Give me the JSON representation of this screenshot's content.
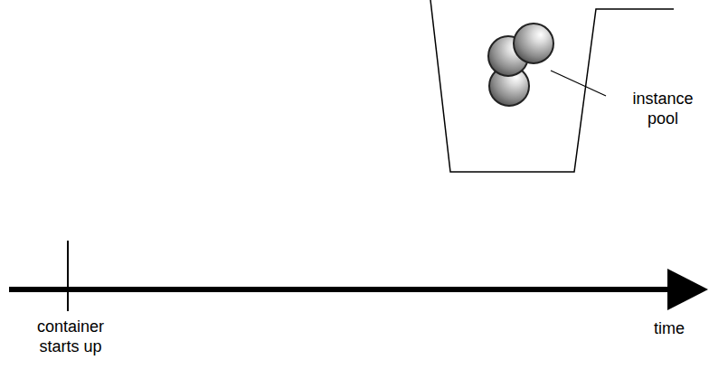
{
  "diagram": {
    "labels": [
      "instance pool",
      "container starts up",
      "time"
    ]
  }
}
